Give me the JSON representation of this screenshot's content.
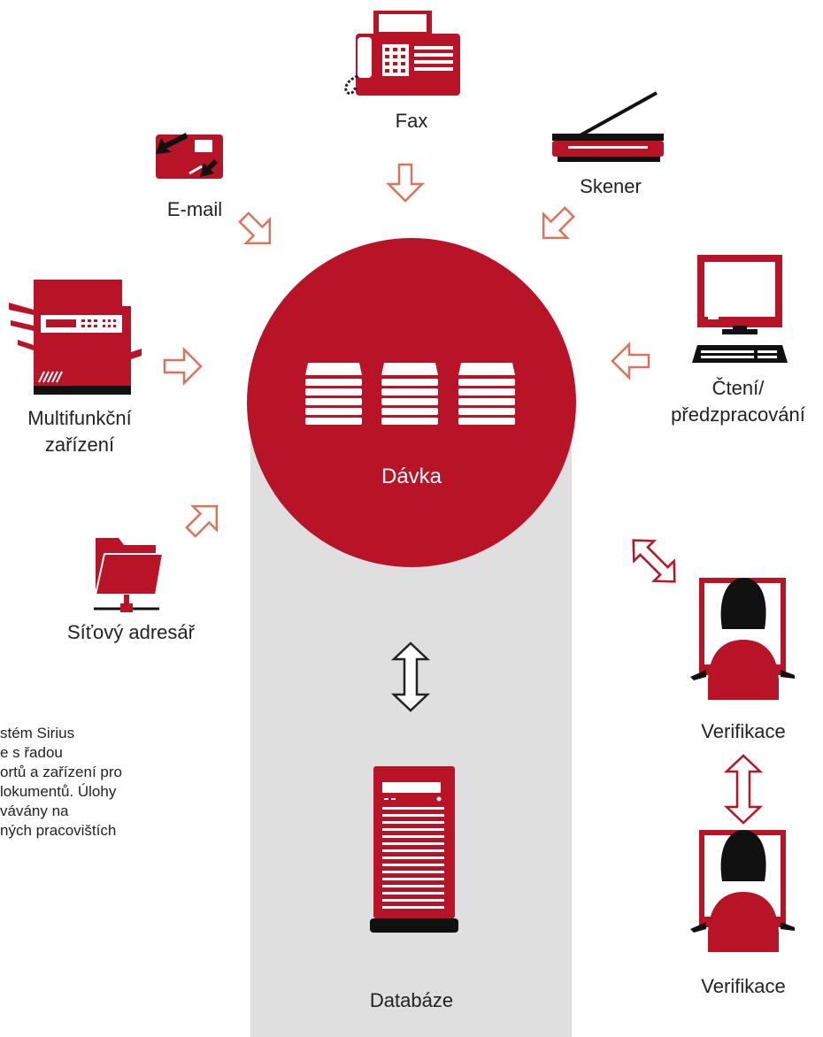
{
  "colors": {
    "red": "#b81326",
    "arrow_outline": "#d9735e",
    "gray_band": "#dfdfe0",
    "dark": "#111111"
  },
  "sources": {
    "fax": "Fax",
    "scanner": "Skener",
    "email": "E-mail",
    "mfp": [
      "Multifunkční",
      "zařízení"
    ],
    "reader": [
      "Čtení/",
      "předzpracování"
    ],
    "network_folder": "Síťový adresář"
  },
  "batch": {
    "label": "Dávka"
  },
  "database": {
    "label": "Databáze"
  },
  "verification": {
    "top": "Verifikace",
    "bottom": "Verifikace"
  },
  "description": {
    "lines": [
      "stém Sirius",
      "e s řadou",
      "ortů a zařízení pro",
      "lokumentů. Úlohy",
      "vávány na",
      "ných pracovištích"
    ]
  },
  "icons": [
    "fax-icon",
    "scanner-icon",
    "email-icon",
    "mfp-icon",
    "monitor-icon",
    "folder-network-icon",
    "document-stack-icon",
    "database-server-icon",
    "verifier-person-icon"
  ]
}
